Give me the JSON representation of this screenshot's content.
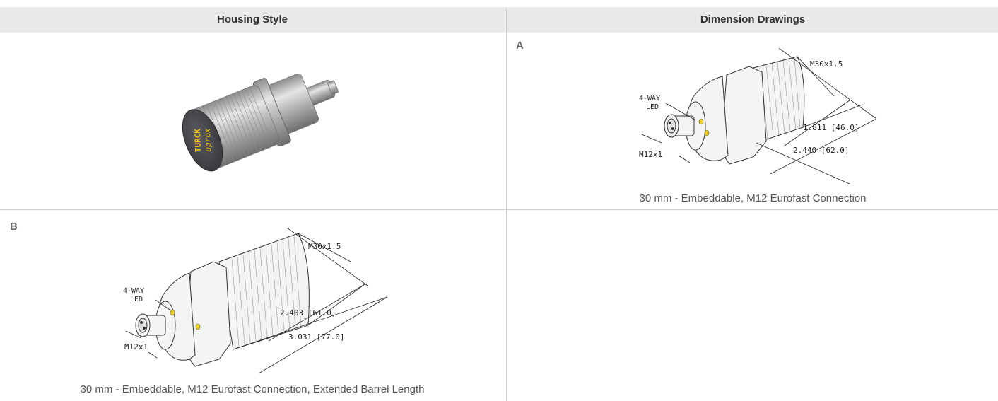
{
  "table": {
    "headers": {
      "housing_style": "Housing Style",
      "dimension_drawings": "Dimension Drawings"
    }
  },
  "drawing_a": {
    "letter": "A",
    "caption": "30 mm - Embeddable, M12 Eurofast Connection",
    "thread_label": "M30x1.5",
    "led_label_line1": "4-WAY",
    "led_label_line2": "LED",
    "connector_label": "M12x1",
    "dim_short": "1.811 [46.0]",
    "dim_long": "2.440 [62.0]"
  },
  "drawing_b": {
    "letter": "B",
    "caption": "30 mm - Embeddable, M12 Eurofast Connection, Extended Barrel Length",
    "thread_label": "M30x1.5",
    "led_label_line1": "4-WAY",
    "led_label_line2": "LED",
    "connector_label": "M12x1",
    "dim_short": "2.403 [61.0]",
    "dim_long": "3.031 [77.0]"
  },
  "product_photo": {
    "brand_text": "TURCK",
    "sub_text": "uprox"
  },
  "colors": {
    "header_bg": "#e9e9e9",
    "grid_line": "#cfcfcf",
    "led_yellow": "#f2d21a",
    "sensor_face": "#4a4b4f"
  }
}
